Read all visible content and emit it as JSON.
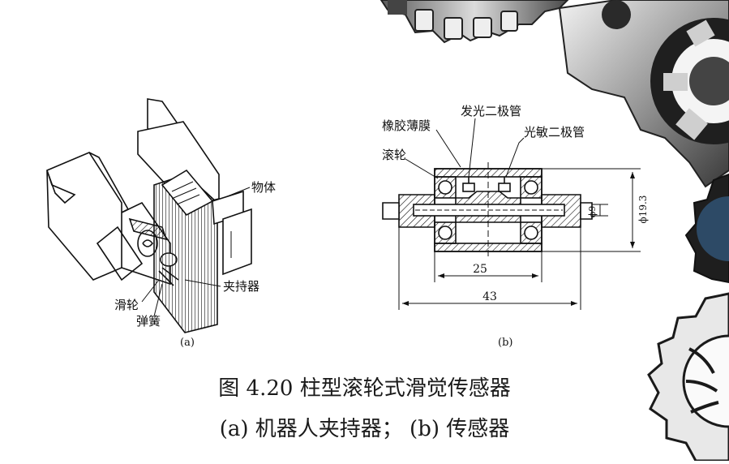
{
  "figure_a": {
    "labels": {
      "object": "物体",
      "gripper": "夹持器",
      "pulley": "滑轮",
      "spring": "弹簧"
    },
    "sublabel": "(a)"
  },
  "figure_b": {
    "labels": {
      "rubber_film": "橡胶薄膜",
      "led": "发光二极管",
      "photodiode": "光敏二极管",
      "roller": "滚轮",
      "dim_inner": "25",
      "dim_outer": "43",
      "dim_diameter": "ϕ19.3",
      "dim_shaft": "ϕ9"
    },
    "sublabel": "(b)"
  },
  "caption": {
    "line1": "图 4.20 柱型滚轮式滑觉传感器",
    "line2": "(a) 机器人夹持器； (b) 传感器"
  },
  "colors": {
    "line": "#111111",
    "gear_dark": "#2b2b2b",
    "gear_light": "#d8d8d8"
  }
}
